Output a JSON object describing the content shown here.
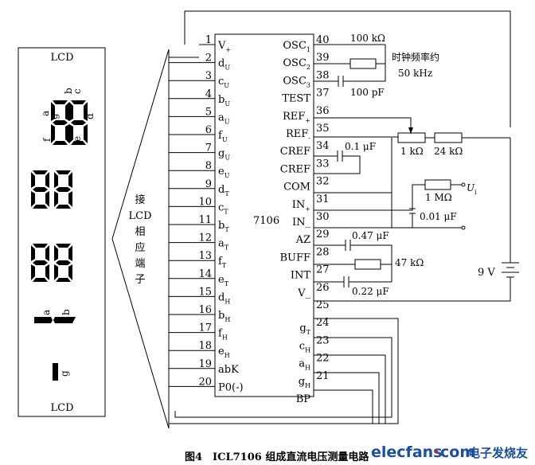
{
  "lcd": {
    "title_top": "LCD",
    "title_bottom": "LCD"
  },
  "digit1_labels": {
    "a": "a",
    "b": "b",
    "c": "c",
    "d": "d",
    "e": "e",
    "f": "f",
    "g": "g"
  },
  "digit4_labels": {
    "a": "a",
    "b": "b"
  },
  "minus_label": "g",
  "connect_label": "接\nLCD\n相\n应\n端\n子",
  "chip_name": "7106",
  "left_pins": [
    {
      "num": "1",
      "name": "V",
      "sub": "+"
    },
    {
      "num": "2",
      "name": "d",
      "sub": "U"
    },
    {
      "num": "3",
      "name": "c",
      "sub": "U"
    },
    {
      "num": "4",
      "name": "b",
      "sub": "U"
    },
    {
      "num": "5",
      "name": "a",
      "sub": "U"
    },
    {
      "num": "6",
      "name": "f",
      "sub": "U"
    },
    {
      "num": "7",
      "name": "g",
      "sub": "U"
    },
    {
      "num": "8",
      "name": "e",
      "sub": "U"
    },
    {
      "num": "9",
      "name": "d",
      "sub": "T"
    },
    {
      "num": "10",
      "name": "c",
      "sub": "T"
    },
    {
      "num": "11",
      "name": "b",
      "sub": "T"
    },
    {
      "num": "12",
      "name": "a",
      "sub": "T"
    },
    {
      "num": "13",
      "name": "f",
      "sub": "T"
    },
    {
      "num": "14",
      "name": "e",
      "sub": "T"
    },
    {
      "num": "15",
      "name": "d",
      "sub": "H"
    },
    {
      "num": "16",
      "name": "b",
      "sub": "H"
    },
    {
      "num": "17",
      "name": "f",
      "sub": "H"
    },
    {
      "num": "18",
      "name": "e",
      "sub": "H"
    },
    {
      "num": "19",
      "name": "abK",
      "sub": ""
    },
    {
      "num": "20",
      "name": "P0(-)",
      "sub": ""
    }
  ],
  "right_pins": [
    {
      "num": "40",
      "name": "OSC",
      "sub": "1"
    },
    {
      "num": "39",
      "name": "OSC",
      "sub": "2"
    },
    {
      "num": "38",
      "name": "OSC",
      "sub": "3"
    },
    {
      "num": "37",
      "name": "TEST",
      "sub": ""
    },
    {
      "num": "36",
      "name": "REF",
      "sub": "+"
    },
    {
      "num": "35",
      "name": "REF",
      "sub": "-"
    },
    {
      "num": "34",
      "name": "CREF",
      "sub": ""
    },
    {
      "num": "33",
      "name": "CREF",
      "sub": ""
    },
    {
      "num": "32",
      "name": "COM",
      "sub": ""
    },
    {
      "num": "31",
      "name": "IN",
      "sub": "+"
    },
    {
      "num": "30",
      "name": "IN_",
      "sub": ""
    },
    {
      "num": "29",
      "name": "AZ",
      "sub": ""
    },
    {
      "num": "28",
      "name": "BUFF",
      "sub": ""
    },
    {
      "num": "27",
      "name": "INT",
      "sub": ""
    },
    {
      "num": "26",
      "name": "V_",
      "sub": ""
    },
    {
      "num": "25",
      "name": "",
      "sub": ""
    },
    {
      "num": "24",
      "name": "g",
      "sub": "T"
    },
    {
      "num": "23",
      "name": "c",
      "sub": "H"
    },
    {
      "num": "22",
      "name": "a",
      "sub": "H"
    },
    {
      "num": "21",
      "name": "g",
      "sub": "H"
    },
    {
      "num": "",
      "name": "BP",
      "sub": ""
    }
  ],
  "components": {
    "r_osc": "100 kΩ",
    "clock_label": "时钟频率约",
    "clock_freq": "50 kHz",
    "c_osc": "100 pF",
    "c_ref": "0.1 μF",
    "pot": "1 kΩ",
    "r_ref": "24 kΩ",
    "r_in": "1 MΩ",
    "c_in": "0.01 μF",
    "ui": "U",
    "ui_sub": "i",
    "c_az": "0.47 μF",
    "r_int": "47 kΩ",
    "c_int": "0.22 μF",
    "battery": "9 V"
  },
  "caption": "图4　ICL7106 组成直流电压测量电路",
  "watermark": {
    "site": "elecfans",
    "dot": "·",
    "com": "com",
    "cn": "电子发烧友"
  },
  "colors": {
    "ink": "#000000",
    "watermark_blue": "#1a4fa0",
    "watermark_red": "#d22020"
  }
}
